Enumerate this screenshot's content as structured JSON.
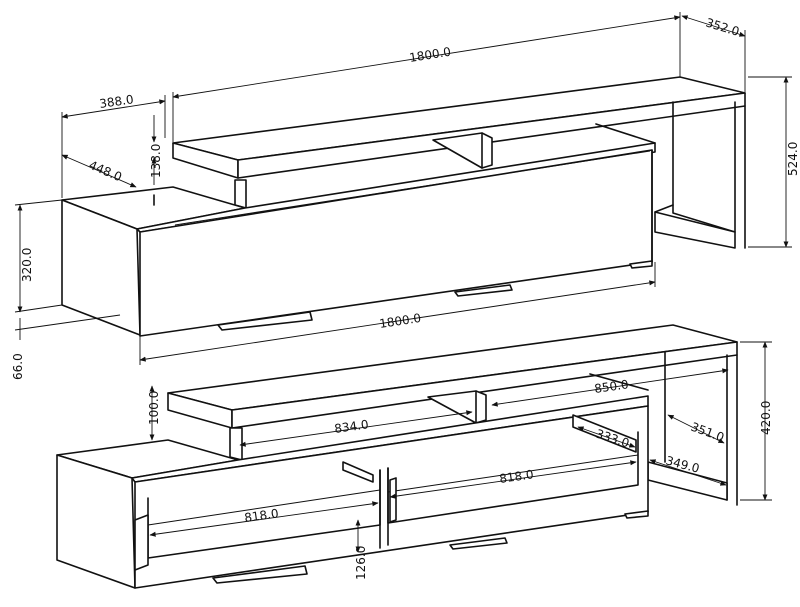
{
  "diagram": {
    "top_view": {
      "width_top": "1800.0",
      "depth_top": "352.0",
      "height_total": "524.0",
      "offset_left": "388.0",
      "depth_base": "448.0",
      "shelf_height": "138.0",
      "base_height": "320.0",
      "width_base": "1800.0",
      "leg_height": "66.0"
    },
    "bottom_view": {
      "top_shelf_height": "100.0",
      "inner_width_top": "834.0",
      "inner_width_right": "850.0",
      "height_right": "420.0",
      "depth_right": "351.0",
      "depth_shelf": "333.0",
      "inner_width_left": "818.0",
      "inner_width_mid": "818.0",
      "depth_bottom": "349.0",
      "leg_gap": "126.0"
    }
  }
}
